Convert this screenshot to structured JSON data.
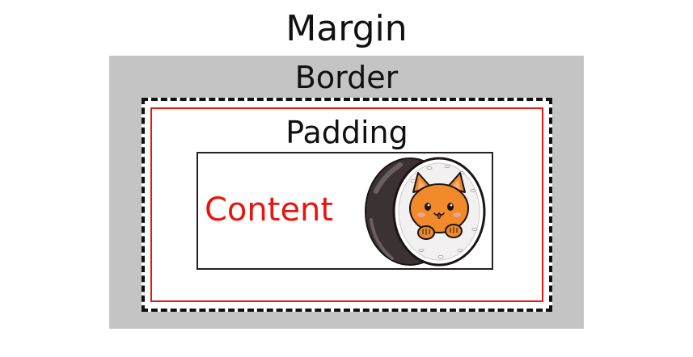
{
  "labels": {
    "margin": "Margin",
    "border": "Border",
    "padding": "Padding",
    "content": "Content"
  },
  "colors": {
    "margin_area": "#ffffff",
    "border_area": "#c4c4c4",
    "dashed_border": "#111111",
    "padding_outline": "#e8150f",
    "content_outline": "#222222",
    "content_text": "#e8150f"
  },
  "illustration": {
    "icon": "sushi-cat-icon"
  }
}
